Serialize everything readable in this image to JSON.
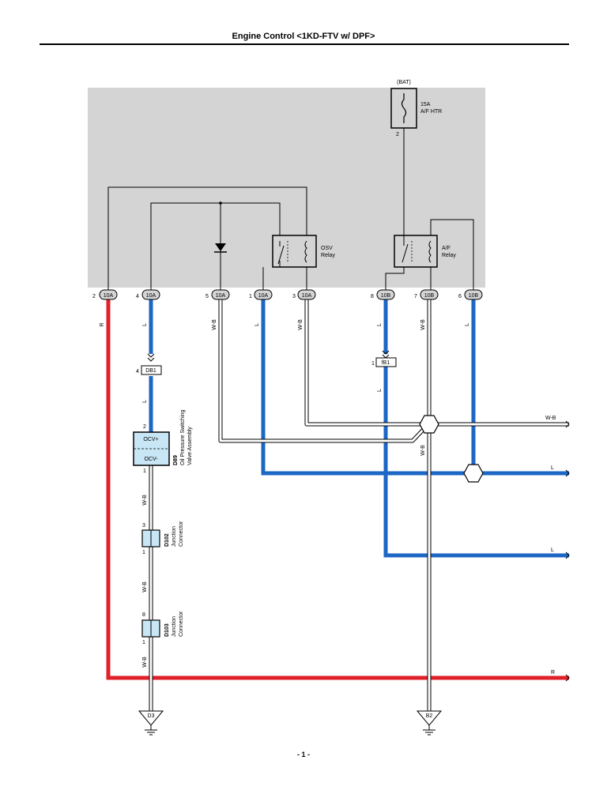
{
  "page": {
    "title": "Engine Control <1KD-FTV w/ DPF>",
    "page_number": "- 1 -"
  },
  "colors": {
    "red_wire": "#e0202a",
    "blue_wire": "#1c66c4",
    "ecu_fill": "#d4d4d4",
    "component_fill": "#c8e6f5"
  },
  "fuse": {
    "source": "(BAT)",
    "rating": "15A",
    "name": "A/F HTR",
    "pin": "2"
  },
  "relays": {
    "osv": {
      "line1": "OSV",
      "line2": "Relay"
    },
    "af": {
      "line1": "A/F",
      "line2": "Relay"
    }
  },
  "connectors": [
    {
      "pin": "2",
      "code": "10A"
    },
    {
      "pin": "4",
      "code": "10A"
    },
    {
      "pin": "5",
      "code": "10A"
    },
    {
      "pin": "1",
      "code": "10A"
    },
    {
      "pin": "3",
      "code": "10A"
    },
    {
      "pin": "8",
      "code": "10B"
    },
    {
      "pin": "7",
      "code": "10B"
    },
    {
      "pin": "6",
      "code": "10B"
    }
  ],
  "wire_colors": {
    "red": "R",
    "blue": "L",
    "white_black": "W-B"
  },
  "inline_connectors": {
    "db1": {
      "pin": "4",
      "code": "DB1"
    },
    "fb1": {
      "pin": "1",
      "code": "fB1"
    }
  },
  "ocv": {
    "pin_top": "2",
    "pin_bottom": "1",
    "plus_label": "OCV+",
    "minus_label": "OCV-",
    "code": "D89",
    "name_line1": "Oil Pressure Switching",
    "name_line2": "Valve Assembly"
  },
  "junctions": [
    {
      "pin_top": "3",
      "pin_bottom": "1",
      "code": "D102",
      "name_line1": "Junction",
      "name_line2": "Connector"
    },
    {
      "pin_top": "8",
      "pin_bottom": "1",
      "code": "D103",
      "name_line1": "Junction",
      "name_line2": "Connector"
    }
  ],
  "grounds": [
    "D3",
    "B2"
  ],
  "outputs": [
    "W-B",
    "L",
    "L",
    "R"
  ]
}
